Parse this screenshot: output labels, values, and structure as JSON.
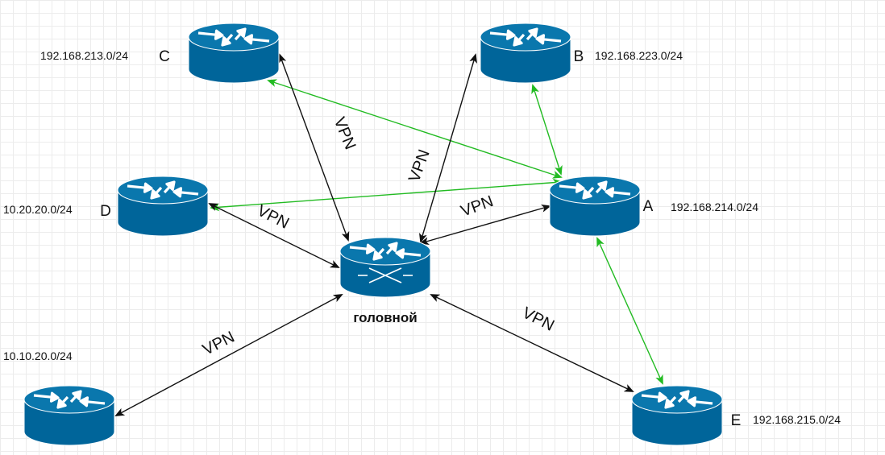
{
  "colors": {
    "router_body": "#00659a",
    "router_top": "#0a77ad",
    "router_outline": "#ffffff",
    "vpn_link": "#111111",
    "mesh_link": "#22bb22"
  },
  "icons": {
    "router": "router-icon",
    "hub": "switch-router-icon"
  },
  "hub": {
    "label": "головной"
  },
  "routers": [
    {
      "id": "C",
      "letter": "C",
      "subnet": "192.168.213.0/24"
    },
    {
      "id": "B",
      "letter": "B",
      "subnet": "192.168.223.0/24"
    },
    {
      "id": "D",
      "letter": "D",
      "subnet": "10.20.20.0/24"
    },
    {
      "id": "A",
      "letter": "A",
      "subnet": "192.168.214.0/24"
    },
    {
      "id": "F",
      "letter": "",
      "subnet": "10.10.20.0/24"
    },
    {
      "id": "E",
      "letter": "E",
      "subnet": "192.168.215.0/24"
    }
  ],
  "vpn_links": [
    {
      "from": "hub",
      "to": "C",
      "label": "VPN"
    },
    {
      "from": "hub",
      "to": "B",
      "label": "VPN"
    },
    {
      "from": "hub",
      "to": "D",
      "label": "VPN"
    },
    {
      "from": "hub",
      "to": "A",
      "label": "VPN"
    },
    {
      "from": "hub",
      "to": "F",
      "label": "VPN"
    },
    {
      "from": "hub",
      "to": "E",
      "label": "VPN"
    }
  ],
  "mesh_links": [
    {
      "from": "A",
      "to": "C"
    },
    {
      "from": "A",
      "to": "B"
    },
    {
      "from": "A",
      "to": "D"
    },
    {
      "from": "A",
      "to": "E"
    }
  ]
}
